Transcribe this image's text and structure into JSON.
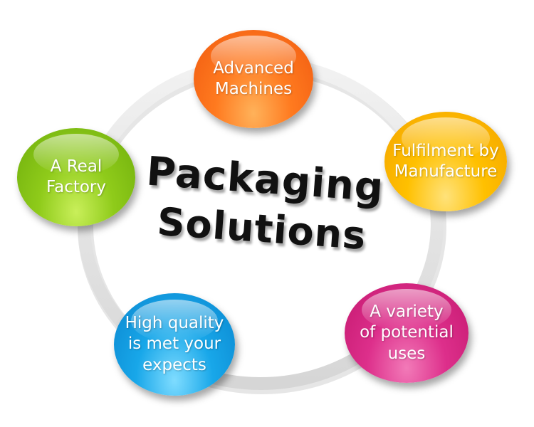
{
  "center": {
    "line1": "Packaging",
    "line2": "Solutions"
  },
  "bubbles": [
    {
      "id": "advanced-machines",
      "text": "Advanced\nMachines",
      "color": "#ff7a1f"
    },
    {
      "id": "fulfilment",
      "text": "Fulfilment by\nManufacture",
      "color": "#ffc000"
    },
    {
      "id": "real-factory",
      "text": "A Real\nFactory",
      "color": "#8fcb1a"
    },
    {
      "id": "high-quality",
      "text": "High quality\nis met your\nexpects",
      "color": "#18a7e9"
    },
    {
      "id": "variety",
      "text": "A variety\nof potential\nuses",
      "color": "#dd2f8b"
    }
  ],
  "ring_color": "#e6e6e6"
}
